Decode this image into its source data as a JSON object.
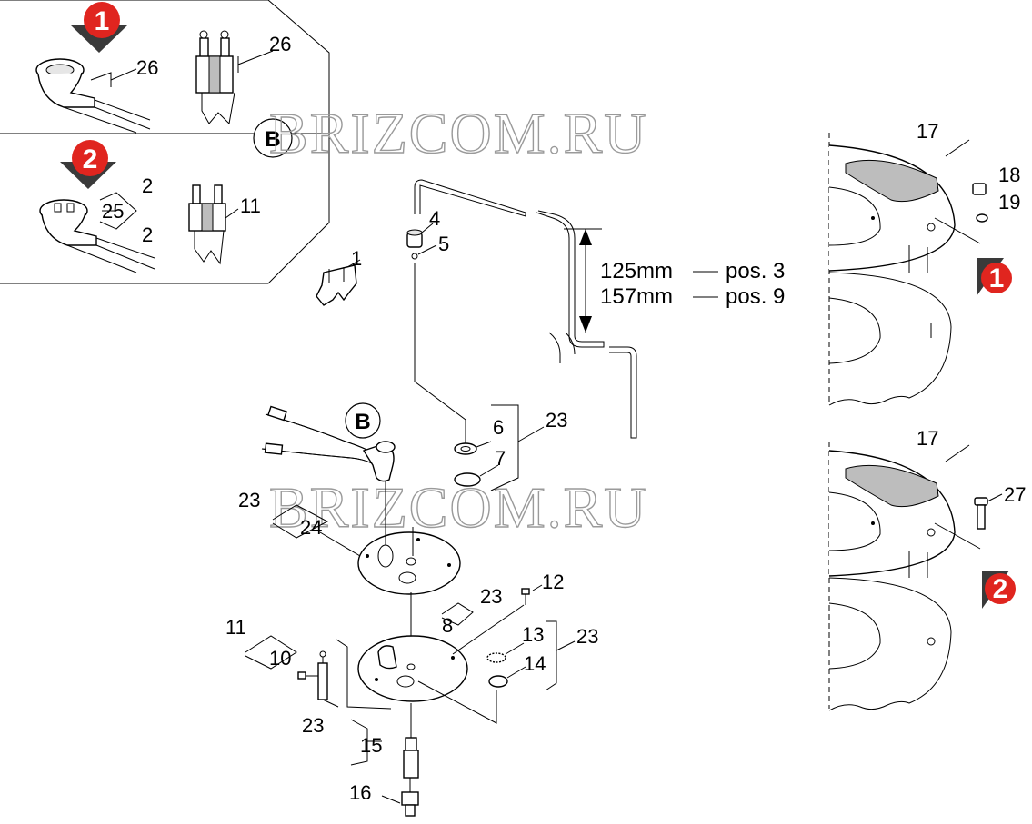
{
  "watermark": "BRIZCOM.RU",
  "inset_callouts": {
    "variant_1": "1",
    "variant_2": "2",
    "detail_b": "B"
  },
  "labels": {
    "p1": "1",
    "p2a": "2",
    "p2b": "2",
    "p4": "4",
    "p5": "5",
    "p6": "6",
    "p7": "7",
    "p8": "8",
    "p10": "10",
    "p11a": "11",
    "p11b": "11",
    "p12": "12",
    "p13": "13",
    "p14": "14",
    "p15": "15",
    "p16": "16",
    "p17a": "17",
    "p17b": "17",
    "p18": "18",
    "p19": "19",
    "p23a": "23",
    "p23b": "23",
    "p23c": "23",
    "p23d": "23",
    "p23e": "23",
    "p24": "24",
    "p25": "25",
    "p26a": "26",
    "p26b": "26",
    "p27": "27"
  },
  "dimensions": {
    "row1": {
      "length": "125mm",
      "ref": "pos. 3"
    },
    "row2": {
      "length": "157mm",
      "ref": "pos. 9"
    }
  },
  "colors": {
    "callout_red": "#e0251f",
    "line": "#000000",
    "watermark": "#9a9a9a"
  }
}
